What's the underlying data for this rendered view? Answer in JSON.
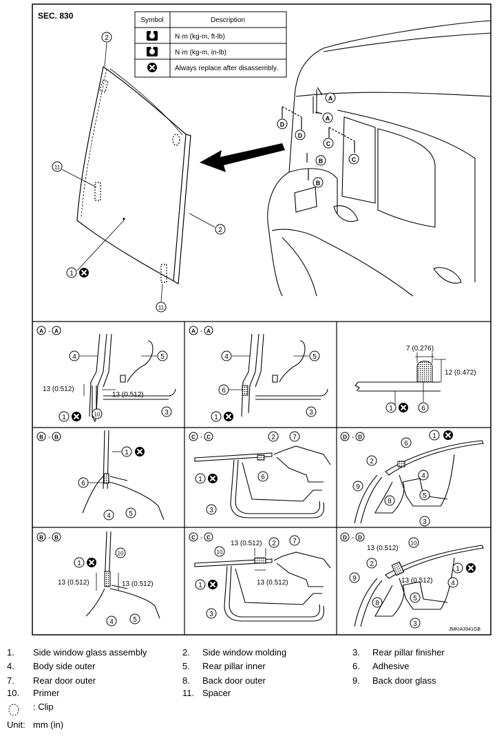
{
  "section": "SEC. 830",
  "symbol_table": {
    "header_symbol": "Symbol",
    "header_description": "Description",
    "rows": [
      {
        "icon": "torque-wrench-icon",
        "description": "N·m (kg-m, ft-lb)"
      },
      {
        "icon": "torque-wrench-small-icon",
        "description": "N·m (kg-m, in-lb)"
      },
      {
        "icon": "replace-x-icon",
        "description": "Always replace after disassembly."
      }
    ]
  },
  "callouts": {
    "n1": "1",
    "n2": "2",
    "n3": "3",
    "n4": "4",
    "n5": "5",
    "n6": "6",
    "n7": "7",
    "n8": "8",
    "n9": "9",
    "n10": "10",
    "n11": "11",
    "A": "A",
    "B": "B",
    "C": "C",
    "D": "D"
  },
  "dimensions": {
    "d13": "13 (0.512)",
    "d7": "7 (0.276)",
    "d12": "12 (0.472)"
  },
  "figure_code": "JMKIA3941GB",
  "parts": [
    {
      "num": "1.",
      "label": "Side window glass assembly"
    },
    {
      "num": "2.",
      "label": "Side window molding"
    },
    {
      "num": "3.",
      "label": "Rear pillar finisher"
    },
    {
      "num": "4.",
      "label": "Body side outer"
    },
    {
      "num": "5.",
      "label": "Rear pillar inner"
    },
    {
      "num": "6.",
      "label": "Adhesive"
    },
    {
      "num": "7.",
      "label": "Rear door outer"
    },
    {
      "num": "8.",
      "label": "Back door outer"
    },
    {
      "num": "9.",
      "label": "Back door glass"
    },
    {
      "num": "10.",
      "label": "Primer"
    },
    {
      "num": "11.",
      "label": "Spacer"
    }
  ],
  "clip_label": ": Clip",
  "unit_label": "Unit:",
  "unit_value": "mm (in)"
}
